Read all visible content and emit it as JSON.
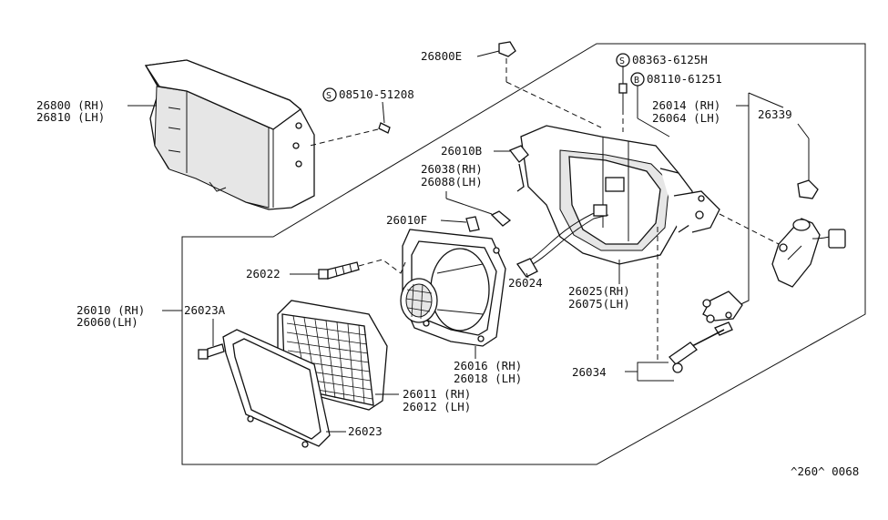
{
  "labels": {
    "l26800": "26800 (RH)",
    "l26810": "26810 (LH)",
    "l08510": "08510-51208",
    "l26800E": "26800E",
    "l08363": "08363-6125H",
    "l08110": "08110-61251",
    "l26014": "26014 (RH)",
    "l26064": "26064 (LH)",
    "l26339": "26339",
    "l26010B": "26010B",
    "l26038": "26038(RH)",
    "l26088": "26088(LH)",
    "l26010F": "26010F",
    "l26022": "26022",
    "l26024": "26024",
    "l26025": "26025(RH)",
    "l26075": "26075(LH)",
    "l26010": "26010 (RH)",
    "l26060": "26060(LH)",
    "l26023A": "26023A",
    "l26016": "26016 (RH)",
    "l26018": "26018 (LH)",
    "l26034": "26034",
    "l26011": "26011 (RH)",
    "l26012": "26012 (LH)",
    "l26023": "26023",
    "code": "^260^ 0068"
  },
  "symbols": {
    "s_circle": "S",
    "b_circle": "B"
  }
}
